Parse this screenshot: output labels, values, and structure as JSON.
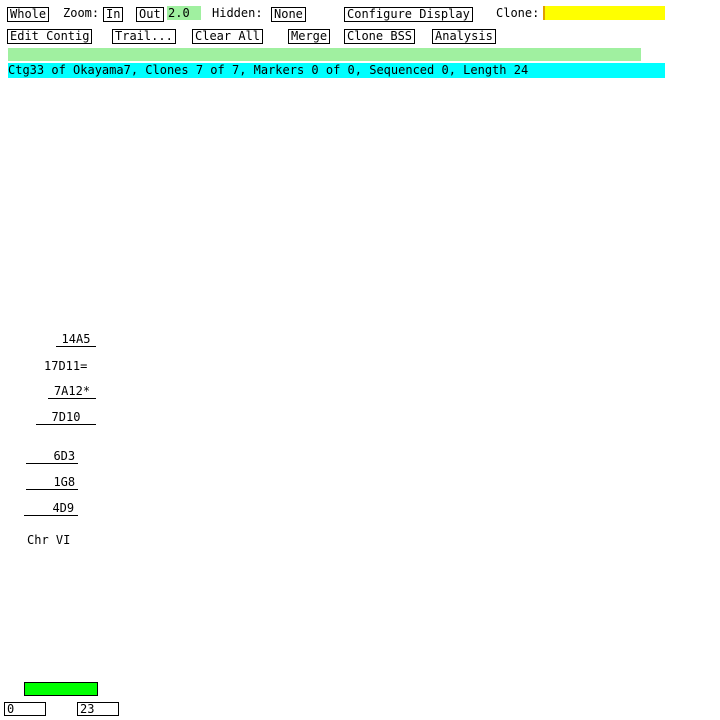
{
  "toolbar1": {
    "whole": "Whole",
    "zoom_label": "Zoom:",
    "zoom_in": "In",
    "zoom_out": "Out",
    "zoom_value": "2.0",
    "hidden_label": "Hidden:",
    "hidden_value": "None",
    "configure_display": "Configure Display",
    "clone_label": "Clone:",
    "clone_value": ""
  },
  "toolbar2": {
    "edit_contig": "Edit Contig",
    "trail": "Trail...",
    "clear_all": "Clear All",
    "merge": "Merge",
    "clone_bss": "Clone BSS",
    "analysis": "Analysis"
  },
  "status_line": "Ctg33 of Okayama7, Clones 7 of 7, Markers 0 of 0, Sequenced 0, Length 24",
  "clones": [
    "14A5",
    "17D11=",
    "7A12*",
    "7D10",
    "6D3",
    "1G8",
    "4D9"
  ],
  "chromosome_label": "Chr VI",
  "coordinates": {
    "start": "0",
    "end": "23"
  },
  "colors": {
    "status_bg": "#00ffff",
    "message_bg": "#a0f0a0",
    "clone_field_bg": "#ffff00",
    "scroll_bar": "#00ff00"
  }
}
